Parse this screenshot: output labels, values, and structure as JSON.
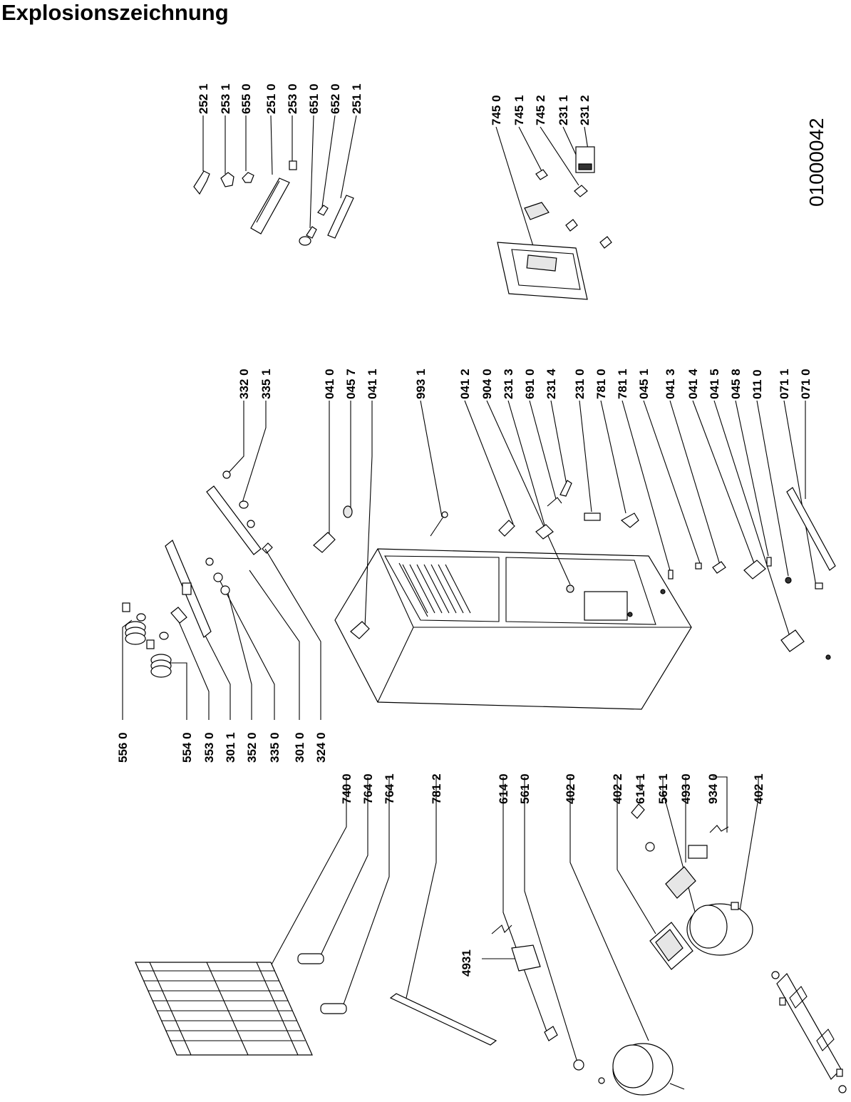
{
  "title": "Explosionszeichnung",
  "drawing_number": "01000042",
  "labels": {
    "l_2521": "252 1",
    "l_2531": "253 1",
    "l_6550": "655 0",
    "l_2510": "251 0",
    "l_2530": "253 0",
    "l_6510": "651 0",
    "l_6520": "652 0",
    "l_2511": "251 1",
    "l_7450": "745 0",
    "l_7451": "745 1",
    "l_7452": "745 2",
    "l_2311": "231 1",
    "l_2312": "231 2",
    "l_3320": "332 0",
    "l_3351": "335 1",
    "l_0410": "041 0",
    "l_0457": "045 7",
    "l_0411": "041 1",
    "l_9931": "993 1",
    "l_0412": "041 2",
    "l_9040": "904 0",
    "l_2313": "231 3",
    "l_6910": "691 0",
    "l_2314": "231 4",
    "l_2310": "231 0",
    "l_7810": "781 0",
    "l_7811": "781 1",
    "l_0451": "045 1",
    "l_0413": "041 3",
    "l_0414": "041 4",
    "l_0415": "041 5",
    "l_0458": "045 8",
    "l_0110": "011 0",
    "l_0711": "071 1",
    "l_0710": "071 0",
    "l_5560": "556 0",
    "l_5540": "554 0",
    "l_3530": "353 0",
    "l_3011": "301 1",
    "l_3520": "352 0",
    "l_3350": "335 0",
    "l_3010": "301 0",
    "l_3240": "324 0",
    "l_7400": "740 0",
    "l_7640": "764 0",
    "l_7641": "764 1",
    "l_7812": "781 2",
    "l_6140": "614 0",
    "l_5610": "561 0",
    "l_4020": "402 0",
    "l_4022": "402 2",
    "l_6141": "614 1",
    "l_5611": "561 1",
    "l_4930": "493 0",
    "l_9340": "934 0",
    "l_4021": "402 1",
    "l_4931": "4931"
  }
}
